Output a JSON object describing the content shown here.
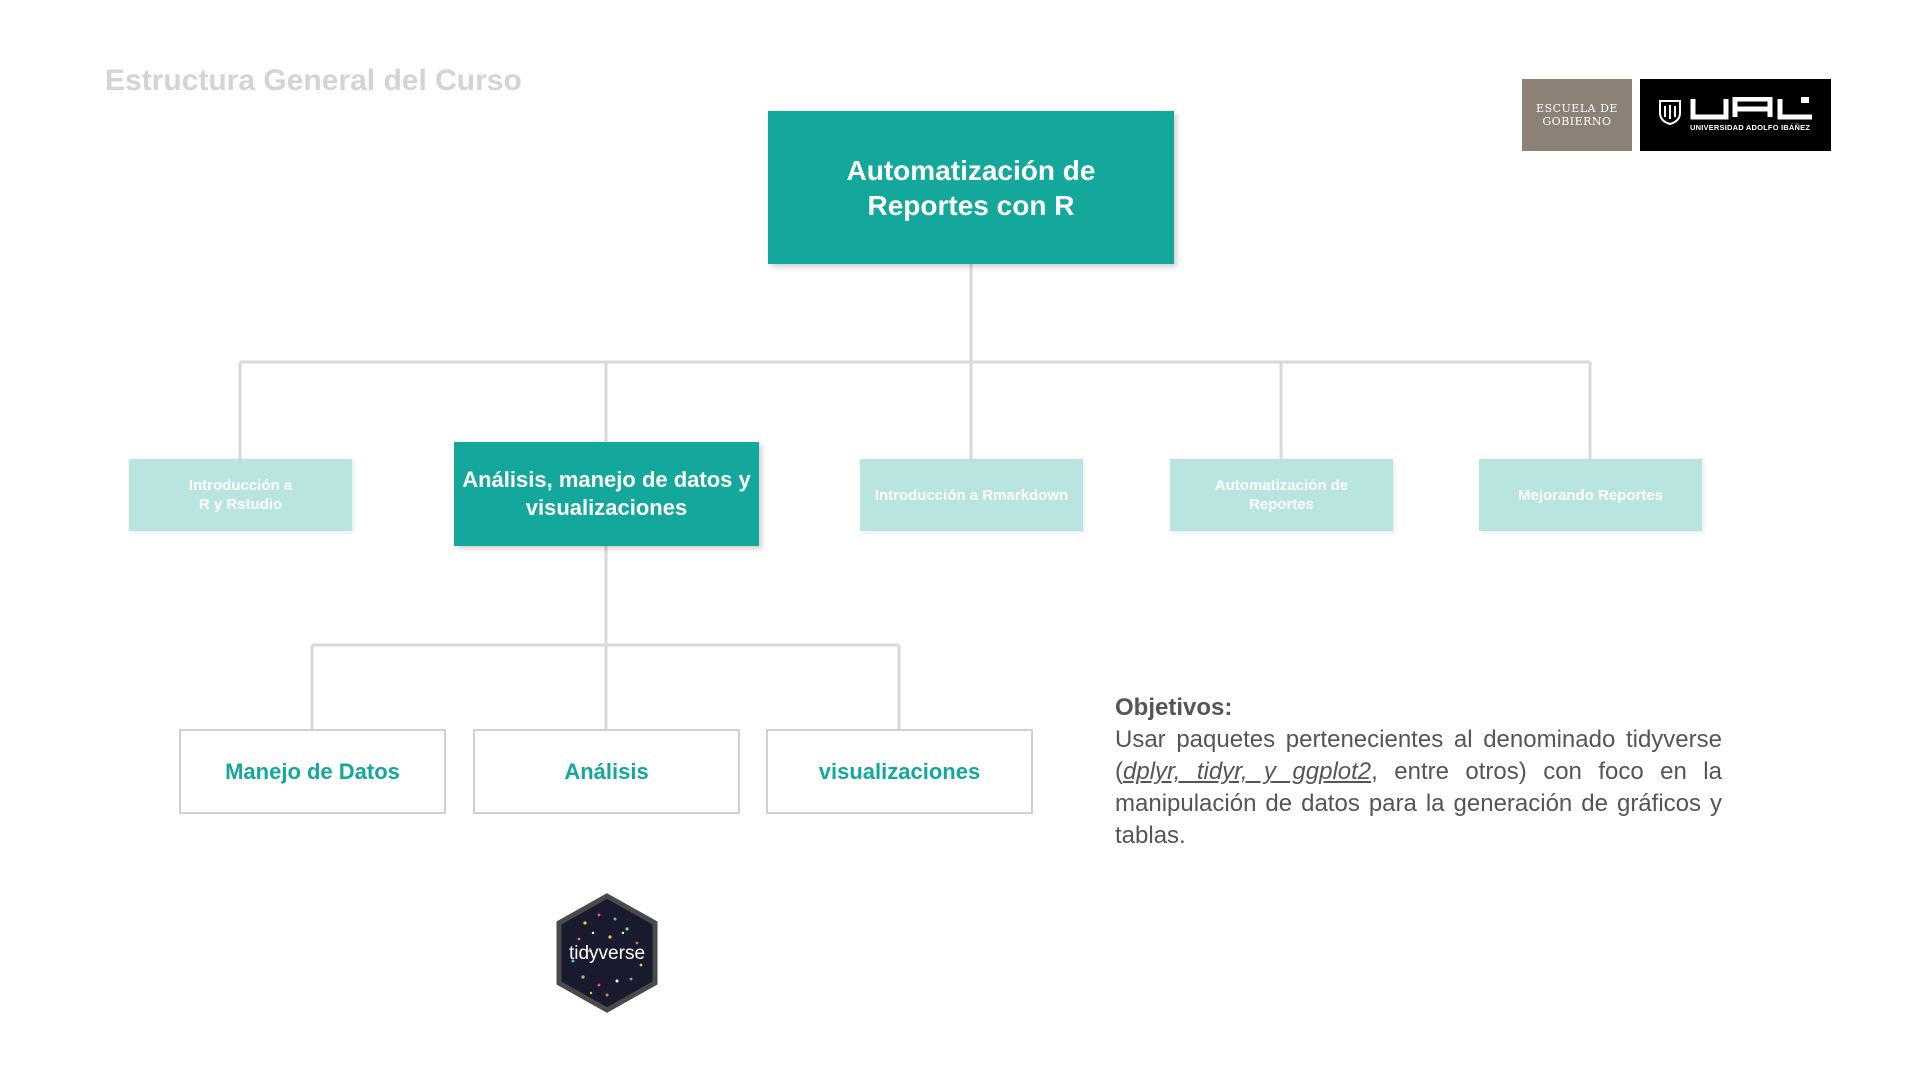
{
  "slide": {
    "title": "Estructura General del Curso"
  },
  "logos": {
    "escuela": "ESCUELA DE\nGOBIERNO",
    "uai_wordmark": "UAI",
    "uai_name": "UNIVERSIDAD ADOLFO IBÁÑEZ",
    "tidyverse": "tidyverse"
  },
  "diagram": {
    "root": "Automatización de\nReportes con R",
    "modules": [
      {
        "label": "Introducción a\nR y Rstudio",
        "active": false
      },
      {
        "label": "Análisis, manejo de datos y\nvisualizaciones",
        "active": true
      },
      {
        "label": "Introducción a Rmarkdown",
        "active": false
      },
      {
        "label": "Automatización de\nReportes",
        "active": false
      },
      {
        "label": "Mejorando Reportes",
        "active": false
      }
    ],
    "submodules": [
      "Manejo de Datos",
      "Análisis",
      "visualizaciones"
    ]
  },
  "objectives": {
    "heading": "Objetivos:",
    "text_before": "Usar paquetes pertenecientes al denominado tidyverse (",
    "packages": "dplyr, tidyr, y ggplot2",
    "text_after": ", entre otros) con foco en la manipulación de datos para la generación de gráficos y tablas."
  },
  "colors": {
    "accent": "#14a89d",
    "accent_light": "#b9e5e1",
    "connector": "#d9d9d9",
    "title_gray": "#d4d4d4"
  }
}
